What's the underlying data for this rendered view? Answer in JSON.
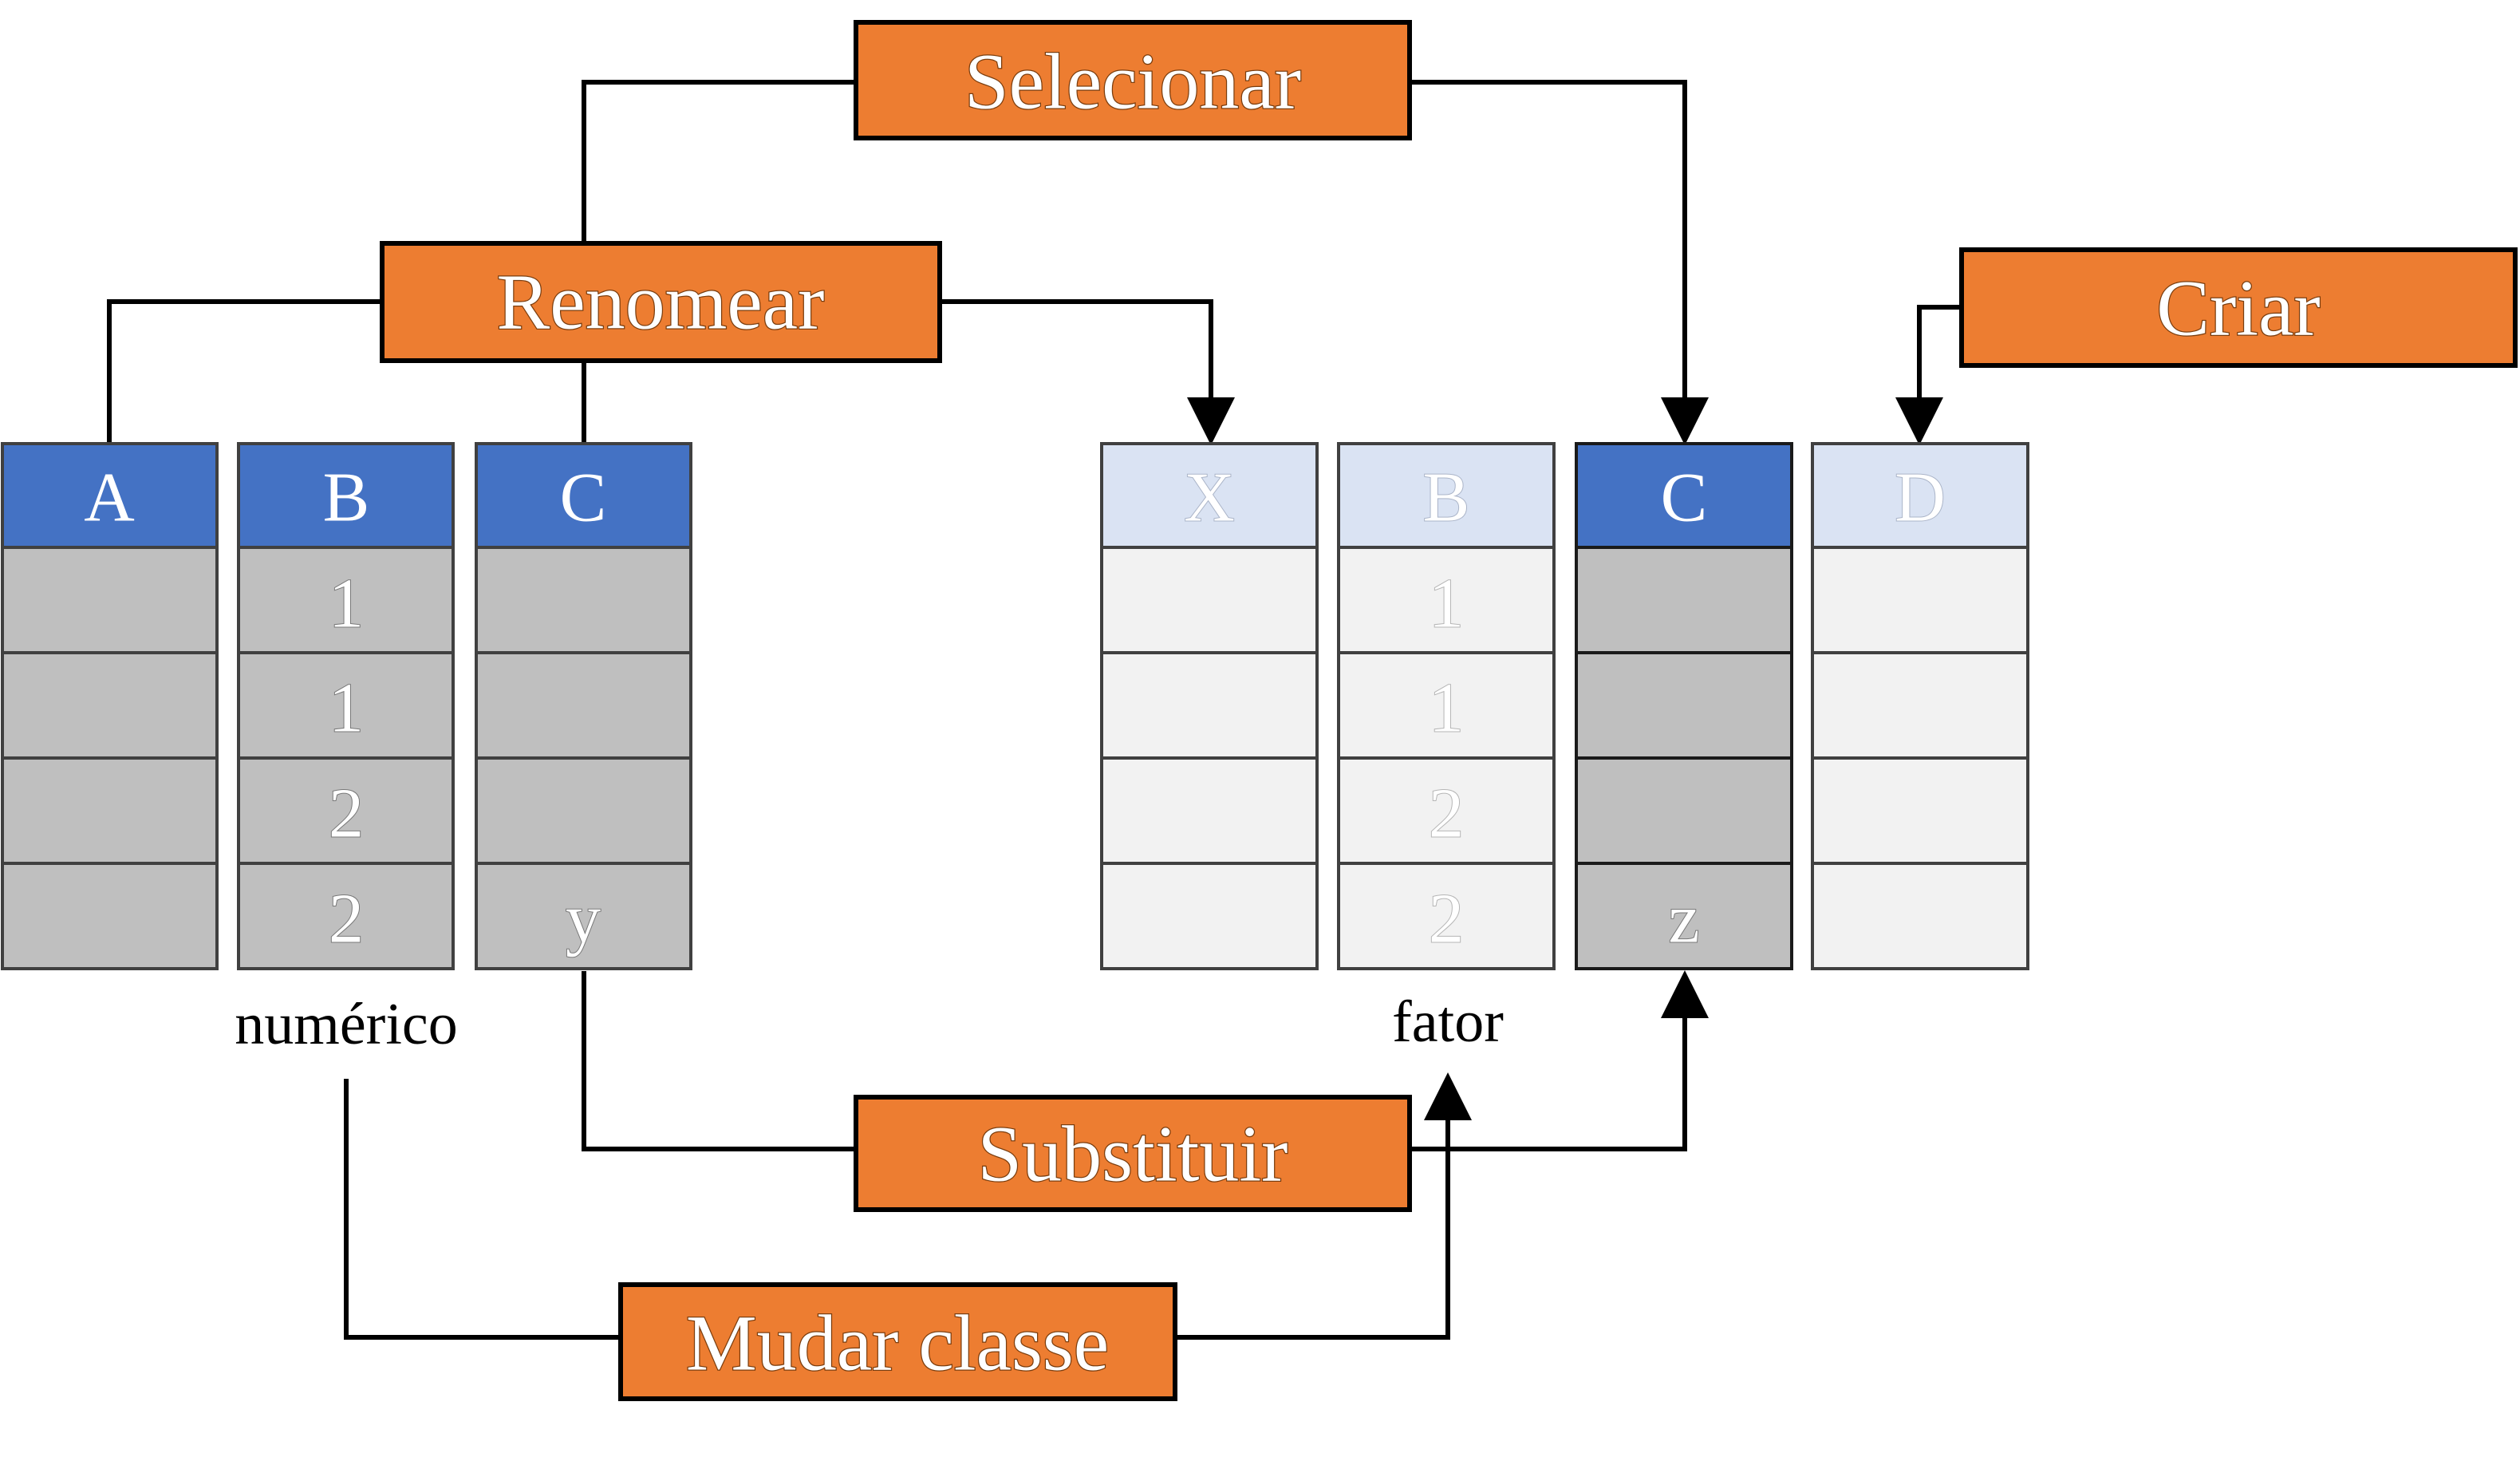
{
  "colors": {
    "operation_fill": "#ed7d31",
    "header_active": "#4472c4",
    "header_faded": "#dae3f3",
    "cell_active": "#bfbfbf",
    "cell_faded": "#f2f2f2",
    "cell_stroke_active": "#404040",
    "cell_stroke_faded": "#404040",
    "line": "#000000"
  },
  "operations": [
    {
      "id": "selecionar",
      "label": "Selecionar"
    },
    {
      "id": "renomear",
      "label": "Renomear"
    },
    {
      "id": "criar",
      "label": "Criar"
    },
    {
      "id": "substituir",
      "label": "Substituir"
    },
    {
      "id": "mudar-classe",
      "label": "Mudar classe"
    }
  ],
  "input_table": {
    "columns": [
      {
        "header": "A",
        "cells": [
          "",
          "",
          "",
          ""
        ]
      },
      {
        "header": "B",
        "cells": [
          "1",
          "1",
          "2",
          "2"
        ]
      },
      {
        "header": "C",
        "cells": [
          "",
          "",
          "",
          "y"
        ]
      }
    ],
    "type_label": "numérico"
  },
  "output_table": {
    "columns": [
      {
        "header": "X",
        "cells": [
          "",
          "",
          "",
          ""
        ],
        "highlighted": false
      },
      {
        "header": "B",
        "cells": [
          "1",
          "1",
          "2",
          "2"
        ],
        "highlighted": false
      },
      {
        "header": "C",
        "cells": [
          "",
          "",
          "",
          "z"
        ],
        "highlighted": true
      },
      {
        "header": "D",
        "cells": [
          "",
          "",
          "",
          ""
        ],
        "highlighted": false
      }
    ],
    "type_label": "fator"
  }
}
